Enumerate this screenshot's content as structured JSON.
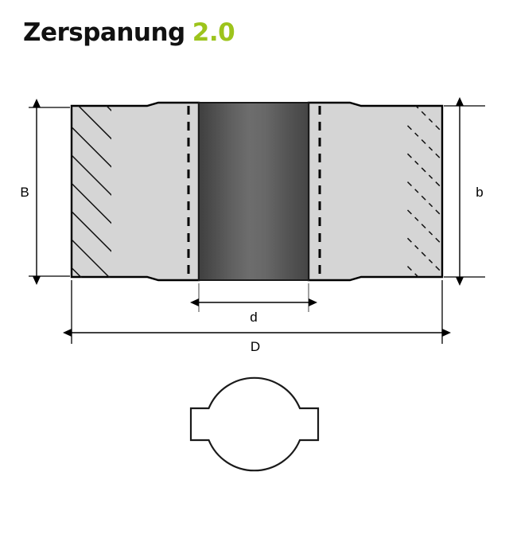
{
  "logo": {
    "word": "Zerspanung",
    "version": "2.0",
    "word_color": "#111111",
    "version_color": "#9dc41c"
  },
  "drawing": {
    "title": "Zerspanung 2.0 technical part drawing",
    "dimensions": {
      "B": "B",
      "b": "b",
      "d": "d",
      "D": "D"
    },
    "colors": {
      "body_fill": "#d5d5d5",
      "shaft_dark": "#4d4d4d",
      "shaft_light": "#6e6e6e",
      "outline": "#000000",
      "dimension_line": "#000000",
      "background": "#ffffff"
    },
    "views": {
      "section_view": "side-section-view",
      "cross_section_view": "cross-section-view"
    }
  }
}
